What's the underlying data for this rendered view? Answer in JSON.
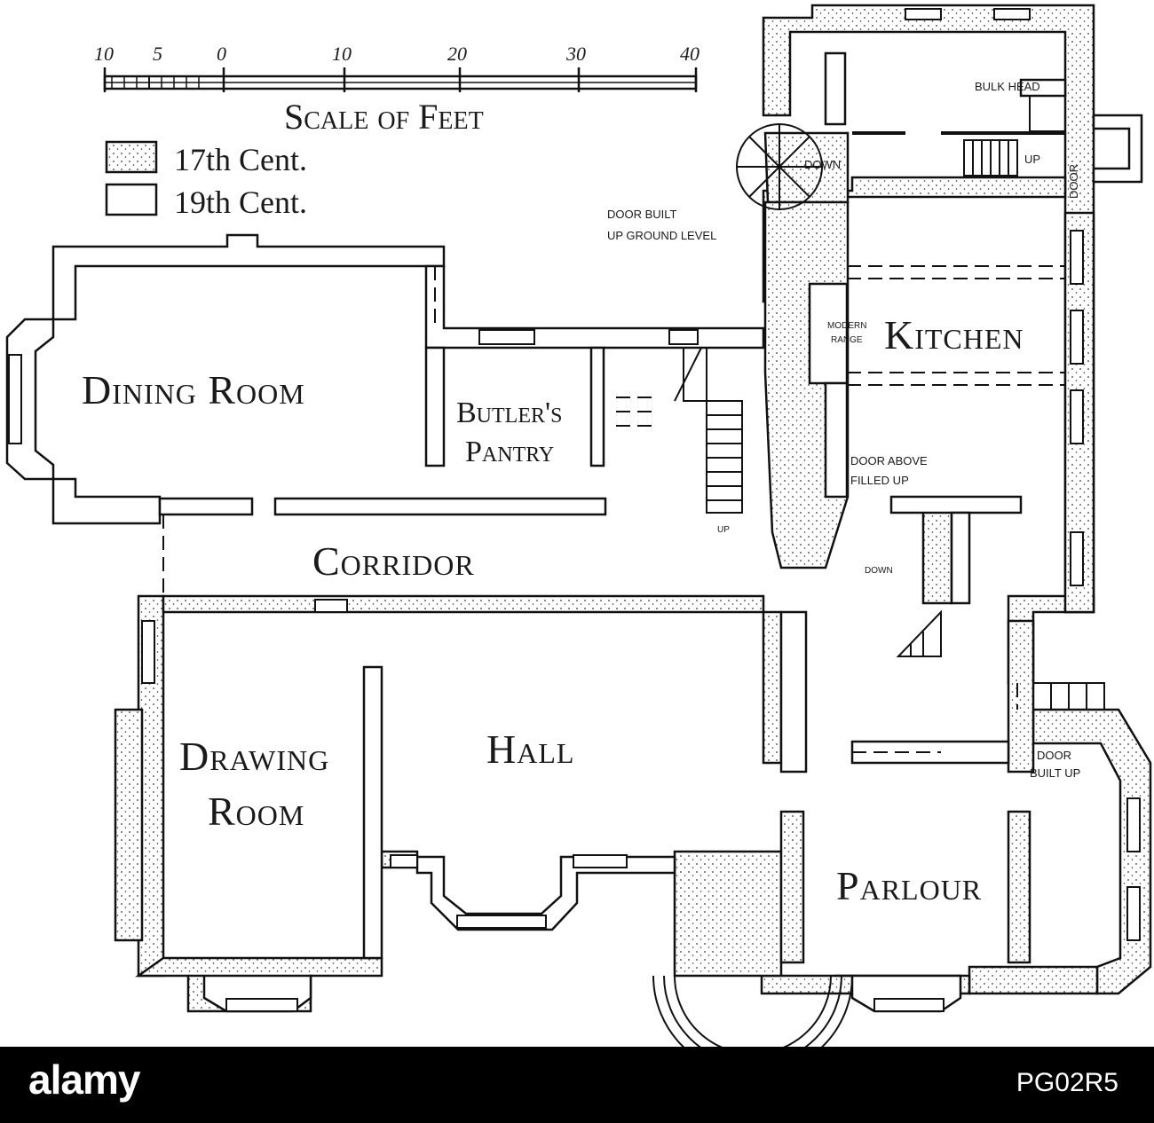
{
  "scale": {
    "ticks": [
      "10",
      "5",
      "0",
      "10",
      "20",
      "30",
      "40"
    ],
    "title": "Scale of Feet"
  },
  "legend": [
    {
      "label": "17th Cent.",
      "pattern": "stippled"
    },
    {
      "label": "19th Cent.",
      "pattern": "plain"
    }
  ],
  "rooms": {
    "dining_room": "Dining Room",
    "butlers_pantry_1": "Butler's",
    "butlers_pantry_2": "Pantry",
    "kitchen": "Kitchen",
    "corridor": "Corridor",
    "hall": "Hall",
    "drawing_room_1": "Drawing",
    "drawing_room_2": "Room",
    "parlour": "Parlour"
  },
  "notes": {
    "bulk_head": "Bulk Head",
    "up_stair": "Up",
    "down_spiral": "Down",
    "door_built_up_ground_1": "Door Built",
    "door_built_up_ground_2": "Up Ground Level",
    "door_side": "Door",
    "modern_range_1": "Modern",
    "modern_range_2": "Range",
    "door_above_1": "Door Above",
    "door_above_2": "Filled Up",
    "up_main": "Up",
    "down_small": "Down",
    "door_built_up_1": "Door",
    "door_built_up_2": "Built Up"
  },
  "footer": {
    "logo": "alamy",
    "image_id": "PG02R5"
  },
  "colors": {
    "ink": "#111111",
    "paper": "#ffffff",
    "footer_bg": "#000000"
  }
}
